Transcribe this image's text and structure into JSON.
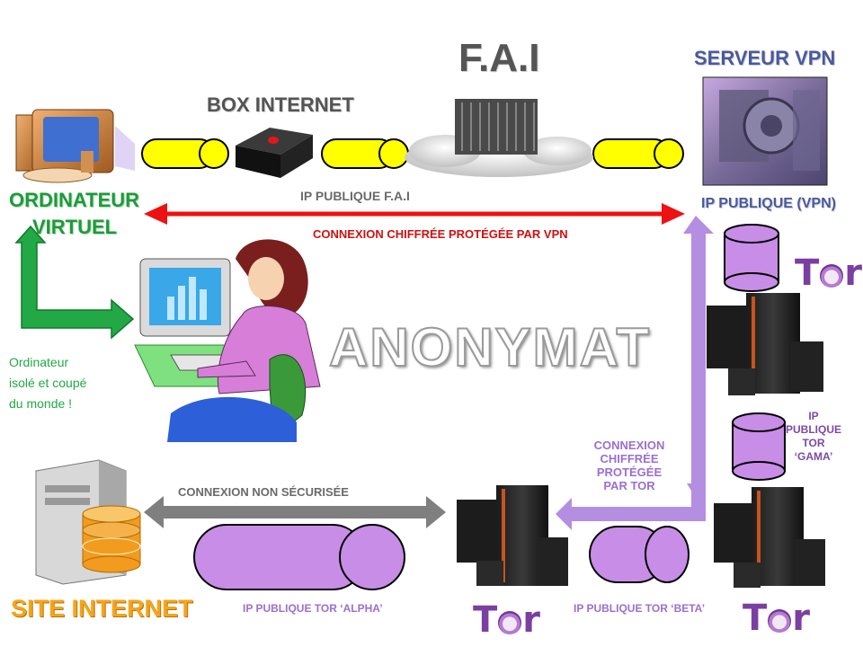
{
  "labels": {
    "fai": "F.A.I",
    "serveur_vpn": "SERVEUR VPN",
    "box_internet": "BOX INTERNET",
    "ordinateur_virtuel_1": "ORDINATEUR",
    "ordinateur_virtuel_2": "VIRTUEL",
    "ip_publique_fai": "IP PUBLIQUE F.A.I",
    "ip_publique_vpn": "IP PUBLIQUE (VPN)",
    "connexion_vpn": "CONNEXION  CHIFFRÉE PROTÉGÉE PAR VPN",
    "anonymat": "ANONYMAT",
    "isole_1": "Ordinateur",
    "isole_2": "isolé et coupé",
    "isole_3": "du monde  !",
    "connexion_non_securisee": "CONNEXION  NON SÉCURISÉE",
    "connexion_tor_1": "CONNEXION",
    "connexion_tor_2": "CHIFFRÉE",
    "connexion_tor_3": "PROTÉGÉE",
    "connexion_tor_4": "PAR TOR",
    "ip_tor_gama_1": "IP",
    "ip_tor_gama_2": "PUBLIQUE",
    "ip_tor_gama_3": "TOR",
    "ip_tor_gama_4": "‘GAMA’",
    "site_internet": "SITE INTERNET",
    "ip_tor_alpha": "IP PUBLIQUE TOR ‘ALPHA’",
    "ip_tor_beta": "IP PUBLIQUE TOR ‘BETA’",
    "tor_t": "T",
    "tor_r": "r"
  },
  "colors": {
    "red_arrow": "#ee1111",
    "purple": "#b48ee0",
    "green": "#22a845",
    "gray_arrow": "#7f7f7f",
    "yellow_pipe": "#ffff00"
  },
  "icons": [
    "computer-icon",
    "box-icon",
    "server-rack-icon",
    "vault-icon",
    "tor-logo",
    "database-icon",
    "user-at-computer-icon",
    "web-server-icon"
  ]
}
